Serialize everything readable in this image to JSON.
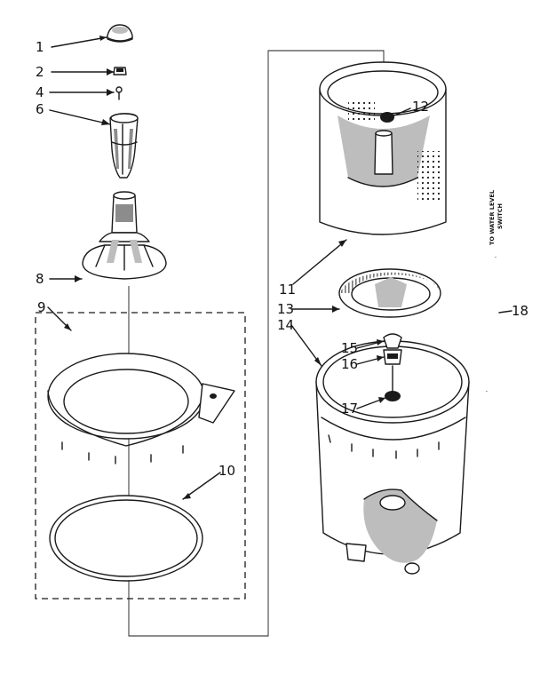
{
  "callouts": [
    {
      "id": "1",
      "label": "1"
    },
    {
      "id": "2",
      "label": "2"
    },
    {
      "id": "4",
      "label": "4"
    },
    {
      "id": "6",
      "label": "6"
    },
    {
      "id": "8",
      "label": "8"
    },
    {
      "id": "9",
      "label": "9"
    },
    {
      "id": "10",
      "label": "10"
    },
    {
      "id": "11",
      "label": "11"
    },
    {
      "id": "12",
      "label": "12"
    },
    {
      "id": "13",
      "label": "13"
    },
    {
      "id": "14",
      "label": "14"
    },
    {
      "id": "15",
      "label": "15"
    },
    {
      "id": "16",
      "label": "16"
    },
    {
      "id": "17",
      "label": "17"
    },
    {
      "id": "18",
      "label": "18"
    }
  ],
  "note": {
    "line1": "TO WATER LEVEL",
    "line2": "SWITCH"
  }
}
